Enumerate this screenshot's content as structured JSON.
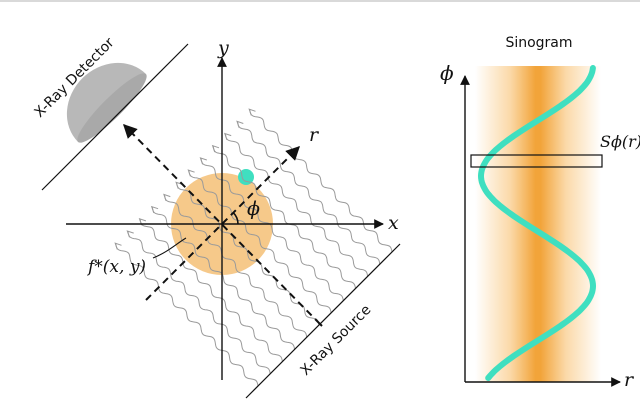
{
  "diagram": {
    "y_axis_label": "y",
    "x_axis_label": "x",
    "r_axis_label": "r",
    "phi_label": "ϕ",
    "object_label": "f*(x, y)",
    "detector_label": "X-Ray Detector",
    "source_label": "X-Ray Source"
  },
  "sinogram": {
    "title": "Sinogram",
    "phi_axis_label": "ϕ",
    "r_axis_label": "r",
    "projection_label": "Sϕ(r)"
  },
  "colors": {
    "object_fill": "#f6c98a",
    "band_core": "#f2a43a",
    "trace": "#3fdfc0",
    "detector": "#b8b8b8",
    "ray": "#9a9a9a"
  }
}
